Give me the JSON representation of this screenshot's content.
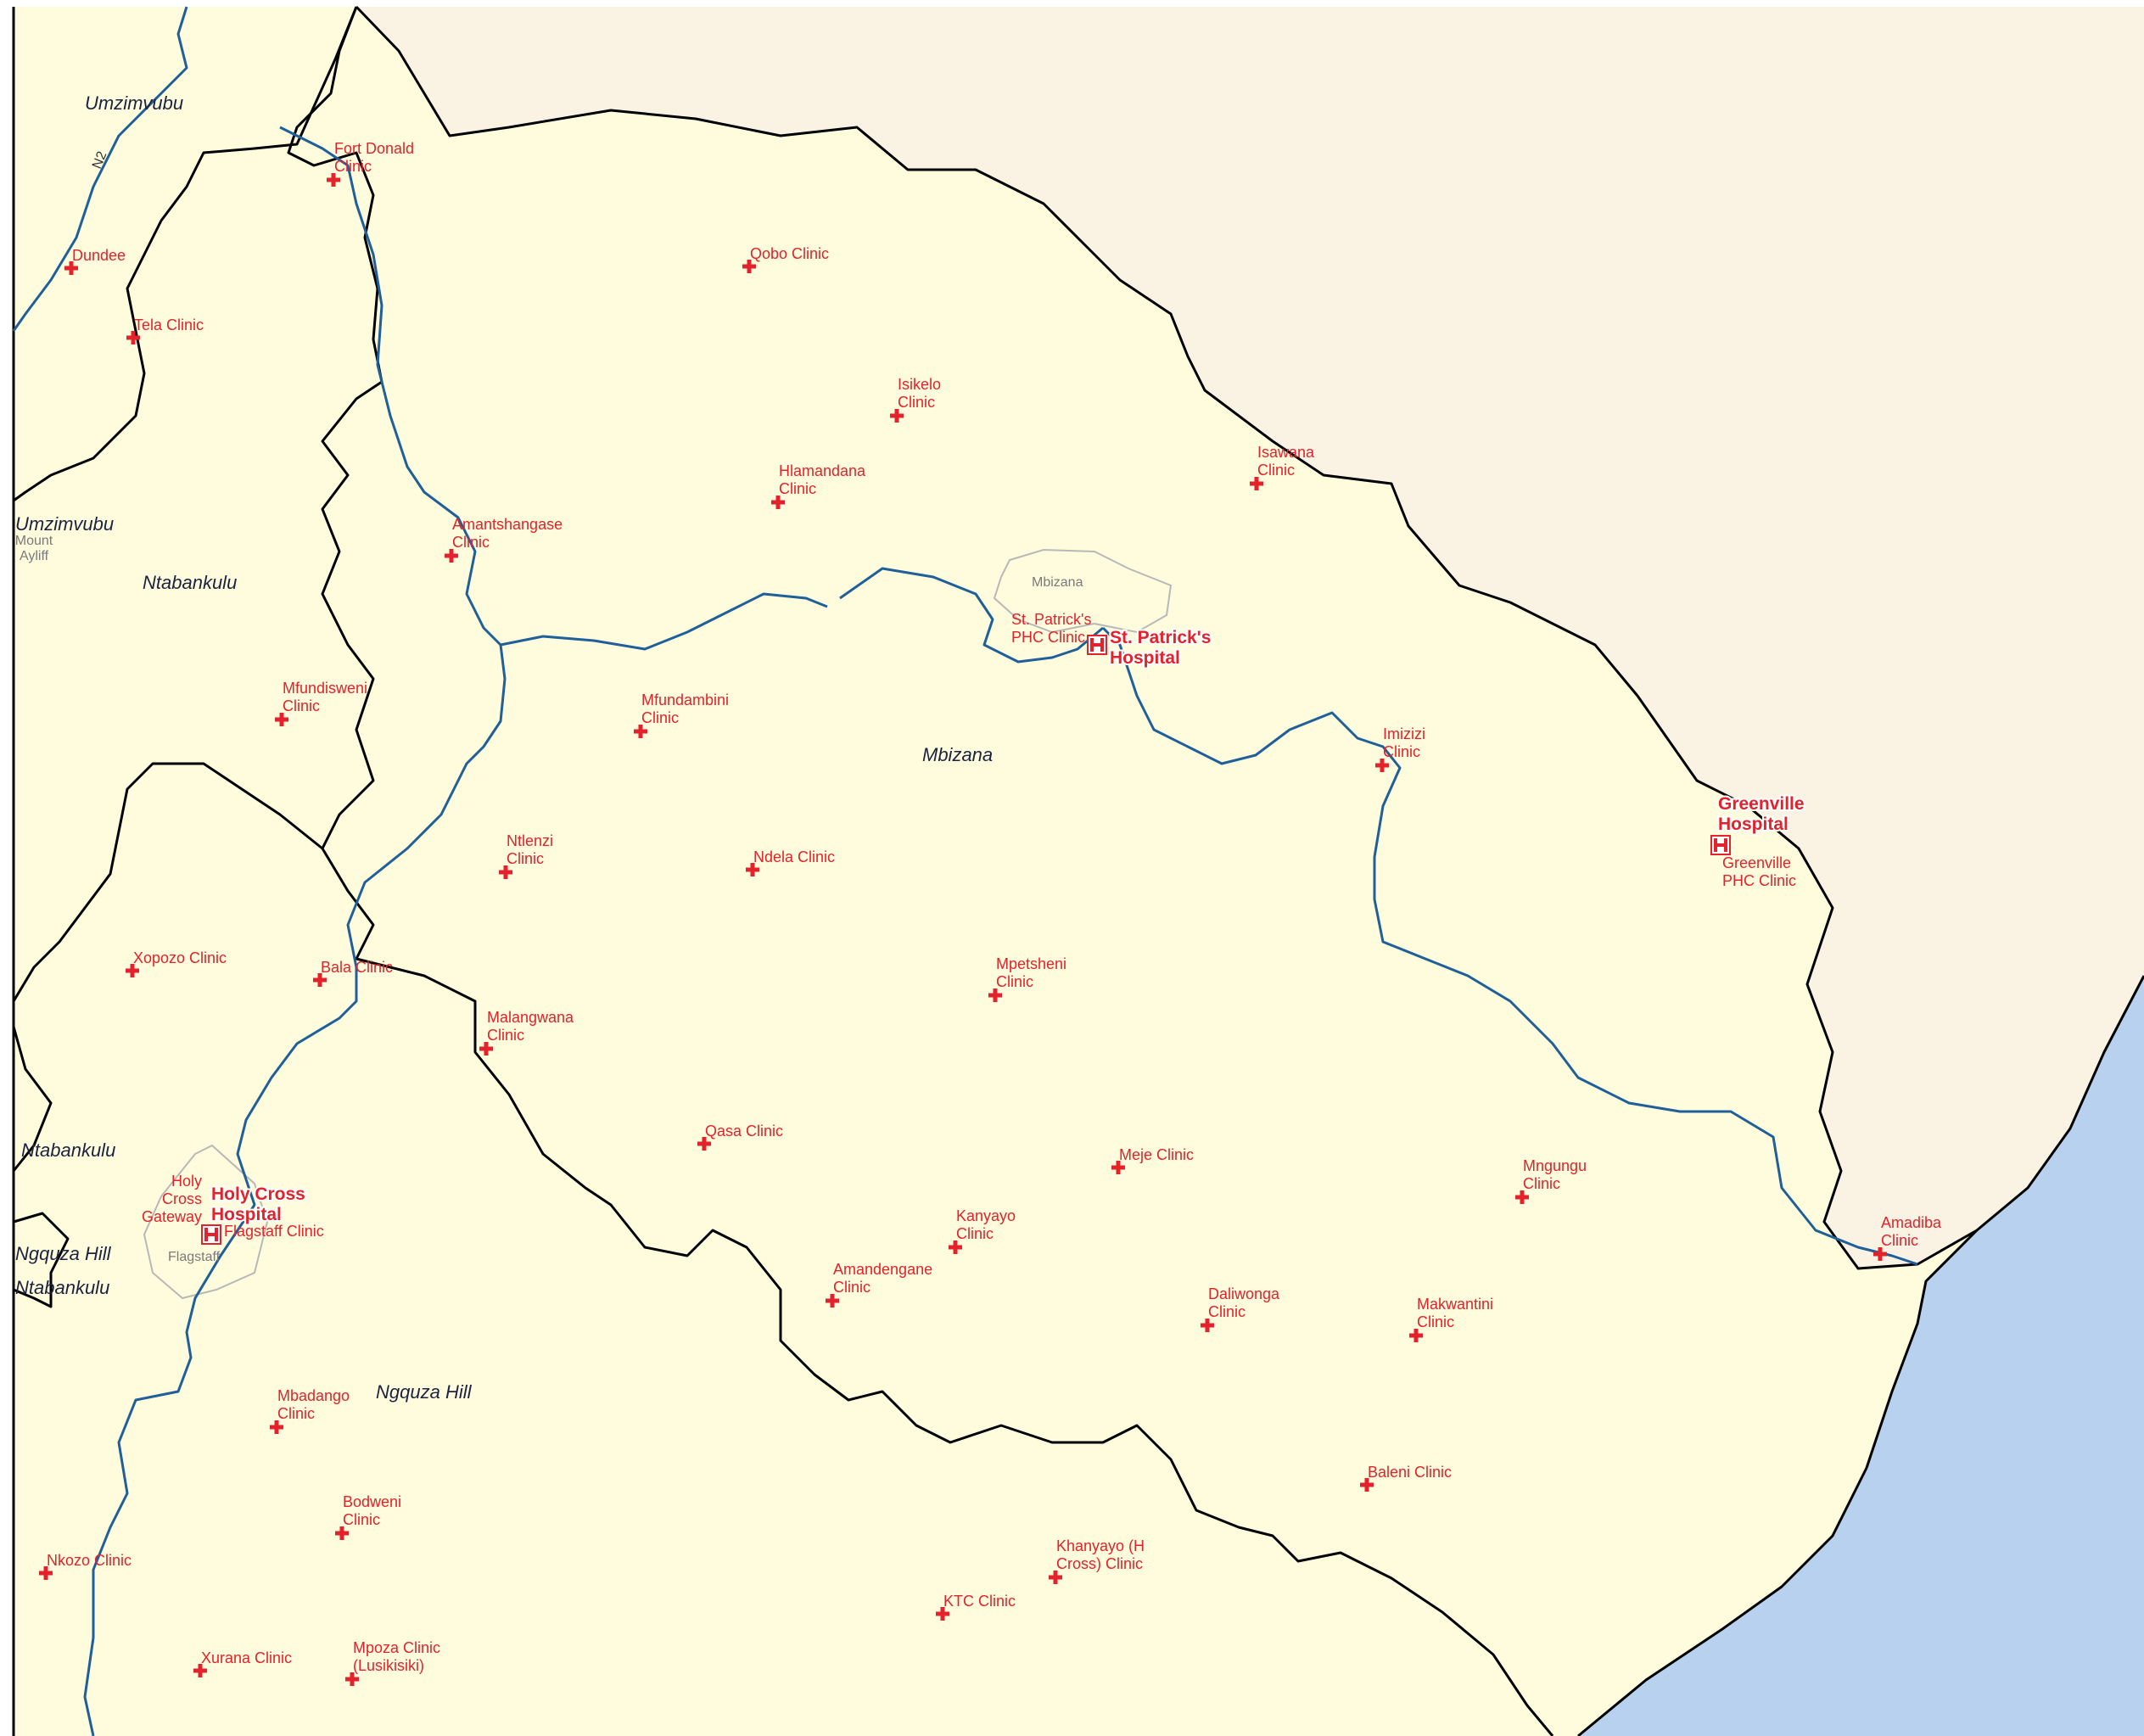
{
  "colors": {
    "land": "#fefcdd",
    "outside": "#faf2e3",
    "sea": "#b7d1ee",
    "border": "#000000",
    "river": "#1f5f9a",
    "town_area": "#b8b8b8",
    "clinic": "#e3222b"
  },
  "icons": {
    "clinic": "red-cross-icon",
    "hospital": "hospital-h-icon"
  },
  "regions": [
    {
      "id": "umzimvubu-top",
      "text": "Umzimvubu"
    },
    {
      "id": "umzimvubu-left",
      "text": "Umzimvubu"
    },
    {
      "id": "ntabankulu-center",
      "text": "Ntabankulu"
    },
    {
      "id": "mbizana-center",
      "text": "Mbizana"
    },
    {
      "id": "ntabankulu-left",
      "text": "Ntabankulu"
    },
    {
      "id": "ngquza-left",
      "text": "Ngquza Hill"
    },
    {
      "id": "ntabankulu-left2",
      "text": "Ntabankulu"
    },
    {
      "id": "ngquza-center",
      "text": "Ngquza Hill"
    }
  ],
  "towns": [
    {
      "id": "mbizana-town",
      "lines": [
        "Mbizana"
      ]
    },
    {
      "id": "mount-ayliff",
      "lines": [
        "Mount",
        "Ayliff"
      ]
    },
    {
      "id": "flagstaff",
      "lines": [
        "Flagstaff"
      ]
    }
  ],
  "roads": [
    {
      "id": "n2",
      "text": "N2"
    }
  ],
  "hospitals": [
    {
      "id": "st-patricks",
      "lines": [
        "St. Patrick's",
        "Hospital"
      ]
    },
    {
      "id": "greenville",
      "lines": [
        "Greenville",
        "Hospital"
      ]
    },
    {
      "id": "holy-cross",
      "lines": [
        "Holy Cross",
        "Hospital"
      ]
    }
  ],
  "clinics": [
    {
      "id": "fort-donald",
      "lines": [
        "Fort Donald",
        "Clinic"
      ]
    },
    {
      "id": "dundee",
      "lines": [
        "Dundee"
      ]
    },
    {
      "id": "tela",
      "lines": [
        "Tela Clinic"
      ]
    },
    {
      "id": "qobo",
      "lines": [
        "Qobo Clinic"
      ]
    },
    {
      "id": "isikelo",
      "lines": [
        "Isikelo",
        "Clinic"
      ]
    },
    {
      "id": "hlamandana",
      "lines": [
        "Hlamandana",
        "Clinic"
      ]
    },
    {
      "id": "isawana",
      "lines": [
        "Isawana",
        "Clinic"
      ]
    },
    {
      "id": "amantshangase",
      "lines": [
        "Amantshangase",
        "Clinic"
      ]
    },
    {
      "id": "st-patricks-phc",
      "lines": [
        "St. Patrick's",
        "PHC Clinic"
      ]
    },
    {
      "id": "mfundisweni",
      "lines": [
        "Mfundisweni",
        "Clinic"
      ]
    },
    {
      "id": "mfundambini",
      "lines": [
        "Mfundambini",
        "Clinic"
      ]
    },
    {
      "id": "imizizi",
      "lines": [
        "Imizizi",
        "Clinic"
      ]
    },
    {
      "id": "greenville-phc",
      "lines": [
        "Greenville",
        "PHC Clinic"
      ]
    },
    {
      "id": "ntlenzi",
      "lines": [
        "Ntlenzi",
        "Clinic"
      ]
    },
    {
      "id": "ndela",
      "lines": [
        "Ndela Clinic"
      ]
    },
    {
      "id": "xopozo",
      "lines": [
        "Xopozo Clinic"
      ]
    },
    {
      "id": "bala",
      "lines": [
        "Bala Clinic"
      ]
    },
    {
      "id": "mpetsheni",
      "lines": [
        "Mpetsheni",
        "Clinic"
      ]
    },
    {
      "id": "malangwana",
      "lines": [
        "Malangwana",
        "Clinic"
      ]
    },
    {
      "id": "qasa",
      "lines": [
        "Qasa Clinic"
      ]
    },
    {
      "id": "meje",
      "lines": [
        "Meje Clinic"
      ]
    },
    {
      "id": "mngungu",
      "lines": [
        "Mngungu",
        "Clinic"
      ]
    },
    {
      "id": "holy-cross-gateway",
      "lines": [
        "Holy",
        "Cross",
        "Gateway"
      ]
    },
    {
      "id": "flagstaff-clinic",
      "lines": [
        "Flagstaff Clinic"
      ]
    },
    {
      "id": "kanyayo",
      "lines": [
        "Kanyayo",
        "Clinic"
      ]
    },
    {
      "id": "amadiba",
      "lines": [
        "Amadiba",
        "Clinic"
      ]
    },
    {
      "id": "amandengane",
      "lines": [
        "Amandengane",
        "Clinic"
      ]
    },
    {
      "id": "daliwonga",
      "lines": [
        "Daliwonga",
        "Clinic"
      ]
    },
    {
      "id": "makwantini",
      "lines": [
        "Makwantini",
        "Clinic"
      ]
    },
    {
      "id": "mbadango",
      "lines": [
        "Mbadango",
        "Clinic"
      ]
    },
    {
      "id": "bodweni",
      "lines": [
        "Bodweni",
        "Clinic"
      ]
    },
    {
      "id": "baleni",
      "lines": [
        "Baleni Clinic"
      ]
    },
    {
      "id": "nkozo",
      "lines": [
        "Nkozo Clinic"
      ]
    },
    {
      "id": "khanyayo-h-cross",
      "lines": [
        "Khanyayo (H",
        "Cross) Clinic"
      ]
    },
    {
      "id": "ktc",
      "lines": [
        "KTC Clinic"
      ]
    },
    {
      "id": "xurana",
      "lines": [
        "Xurana Clinic"
      ]
    },
    {
      "id": "mpoza",
      "lines": [
        "Mpoza Clinic",
        "(Lusikisiki)"
      ]
    }
  ]
}
